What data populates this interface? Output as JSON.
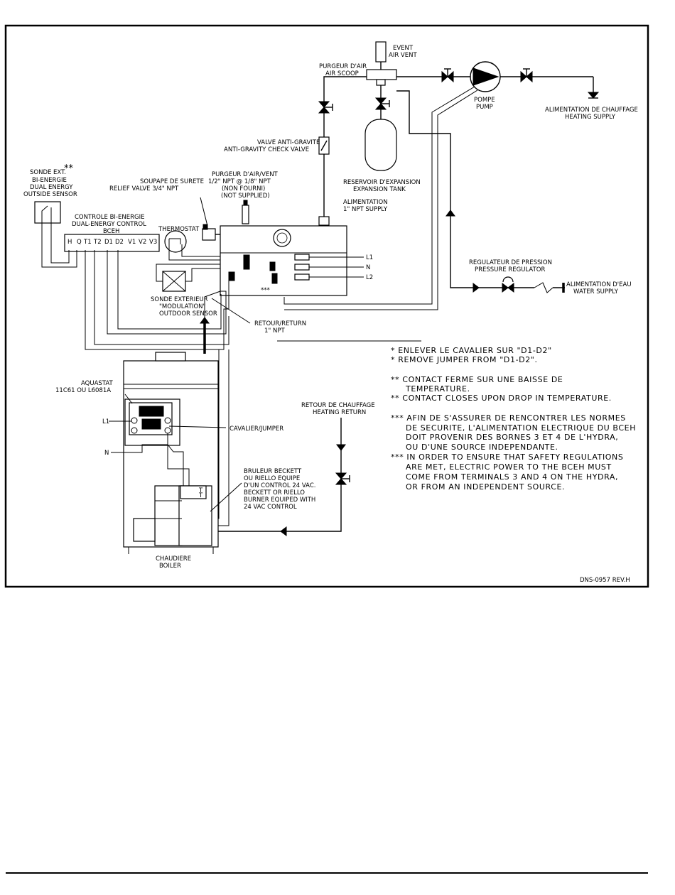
{
  "labels": {
    "event": "EVENT",
    "air_vent": "AIR VENT",
    "purgeur_air": "PURGEUR D'AIR",
    "air_scoop": "AIR SCOOP",
    "pompe": "POMPE",
    "pump": "PUMP",
    "alim_chauffage": "ALIMENTATION DE CHAUFFAGE",
    "heating_supply": "HEATING SUPPLY",
    "valve_anti_gravite": "VALVE ANTI-GRAVITE",
    "anti_gravity_check": "ANTI-GRAVITY CHECK VALVE",
    "reservoir_expansion": "RESERVOIR D'EXPANSION",
    "expansion_tank": "EXPANSION TANK",
    "purgeur_vent": "PURGEUR D'AIR/VENT",
    "npt_half": "1/2\" NPT @ 1/8\" NPT",
    "non_fourni": "(NON FOURNI)",
    "not_supplied": "(NOT SUPPLIED)",
    "soupape": "SOUPAPE DE SURETE",
    "relief_valve": "RELIEF VALVE 3/4\" NPT",
    "sonde_ext": "SONDE EXT.",
    "bi_energie": "BI-ENERGIE",
    "dual_energy": "DUAL ENERGY",
    "outside_sensor": "OUTSIDE SENSOR",
    "double_star": "**",
    "controle_bi": "CONTROLE BI-ENERGIE",
    "dual_energy_control": "DUAL-ENERGY CONTROL",
    "bceh": "BCEH",
    "thermostat": "THERMOSTAT",
    "alimentation": "ALIMENTATION",
    "npt_supply": "1\" NPT SUPPLY",
    "l1": "L1",
    "n": "N",
    "l2": "L2",
    "regulateur": "REGULATEUR DE PRESSION",
    "pressure_regulator": "PRESSURE REGULATOR",
    "alim_eau": "ALIMENTATION D'EAU",
    "water_supply": "WATER SUPPLY",
    "sonde_exterieur": "SONDE EXTERIEUR",
    "modulation": "\"MODULATION\"",
    "outdoor_sensor": "OUTDOOR SENSOR",
    "retour_return": "RETOUR/RETURN",
    "npt_one": "1\" NPT",
    "triple_star": "***",
    "aquastat": "AQUASTAT",
    "aquastat_model": "11C61 OU L6081A",
    "cavalier": "CAVALIER/JUMPER",
    "retour_chauffage": "RETOUR DE CHAUFFAGE",
    "heating_return": "HEATING RETURN",
    "bruleur_1": "BRULEUR BECKETT",
    "bruleur_2": "OU RIELLO EQUIPE",
    "bruleur_3": "D'UN CONTROL 24 VAC.",
    "bruleur_4": "BECKETT OR RIELLO",
    "bruleur_5": "BURNER EQUIPED WITH",
    "bruleur_6": "24 VAC CONTROL",
    "chaudiere": "CHAUDIERE",
    "boiler": "BOILER",
    "drawing_no": "DNS-0957 REV.H"
  },
  "terminals": [
    "H",
    "Q",
    "T1",
    "T2",
    "D1",
    "D2",
    "V1",
    "V2",
    "V3"
  ],
  "notes": [
    "* ENLEVER LE CAVALIER SUR \"D1-D2\"",
    "* REMOVE JUMPER FROM \"D1-D2\".",
    "** CONTACT FERME SUR UNE BAISSE DE",
    "TEMPERATURE.",
    "** CONTACT CLOSES UPON DROP IN TEMPERATURE.",
    "*** AFIN DE S'ASSURER DE RENCONTRER LES NORMES",
    "DE SECURITE, L'ALIMENTATION ELECTRIQUE DU BCEH",
    "DOIT PROVENIR DES BORNES 3 ET 4 DE L'HYDRA,",
    "OU D'UNE SOURCE INDEPENDANTE.",
    "*** IN ORDER TO ENSURE THAT SAFETY REGULATIONS",
    "ARE MET, ELECTRIC POWER TO THE BCEH MUST",
    "COME FROM TERMINALS 3 AND 4 ON THE HYDRA,",
    "OR FROM AN INDEPENDENT SOURCE."
  ]
}
